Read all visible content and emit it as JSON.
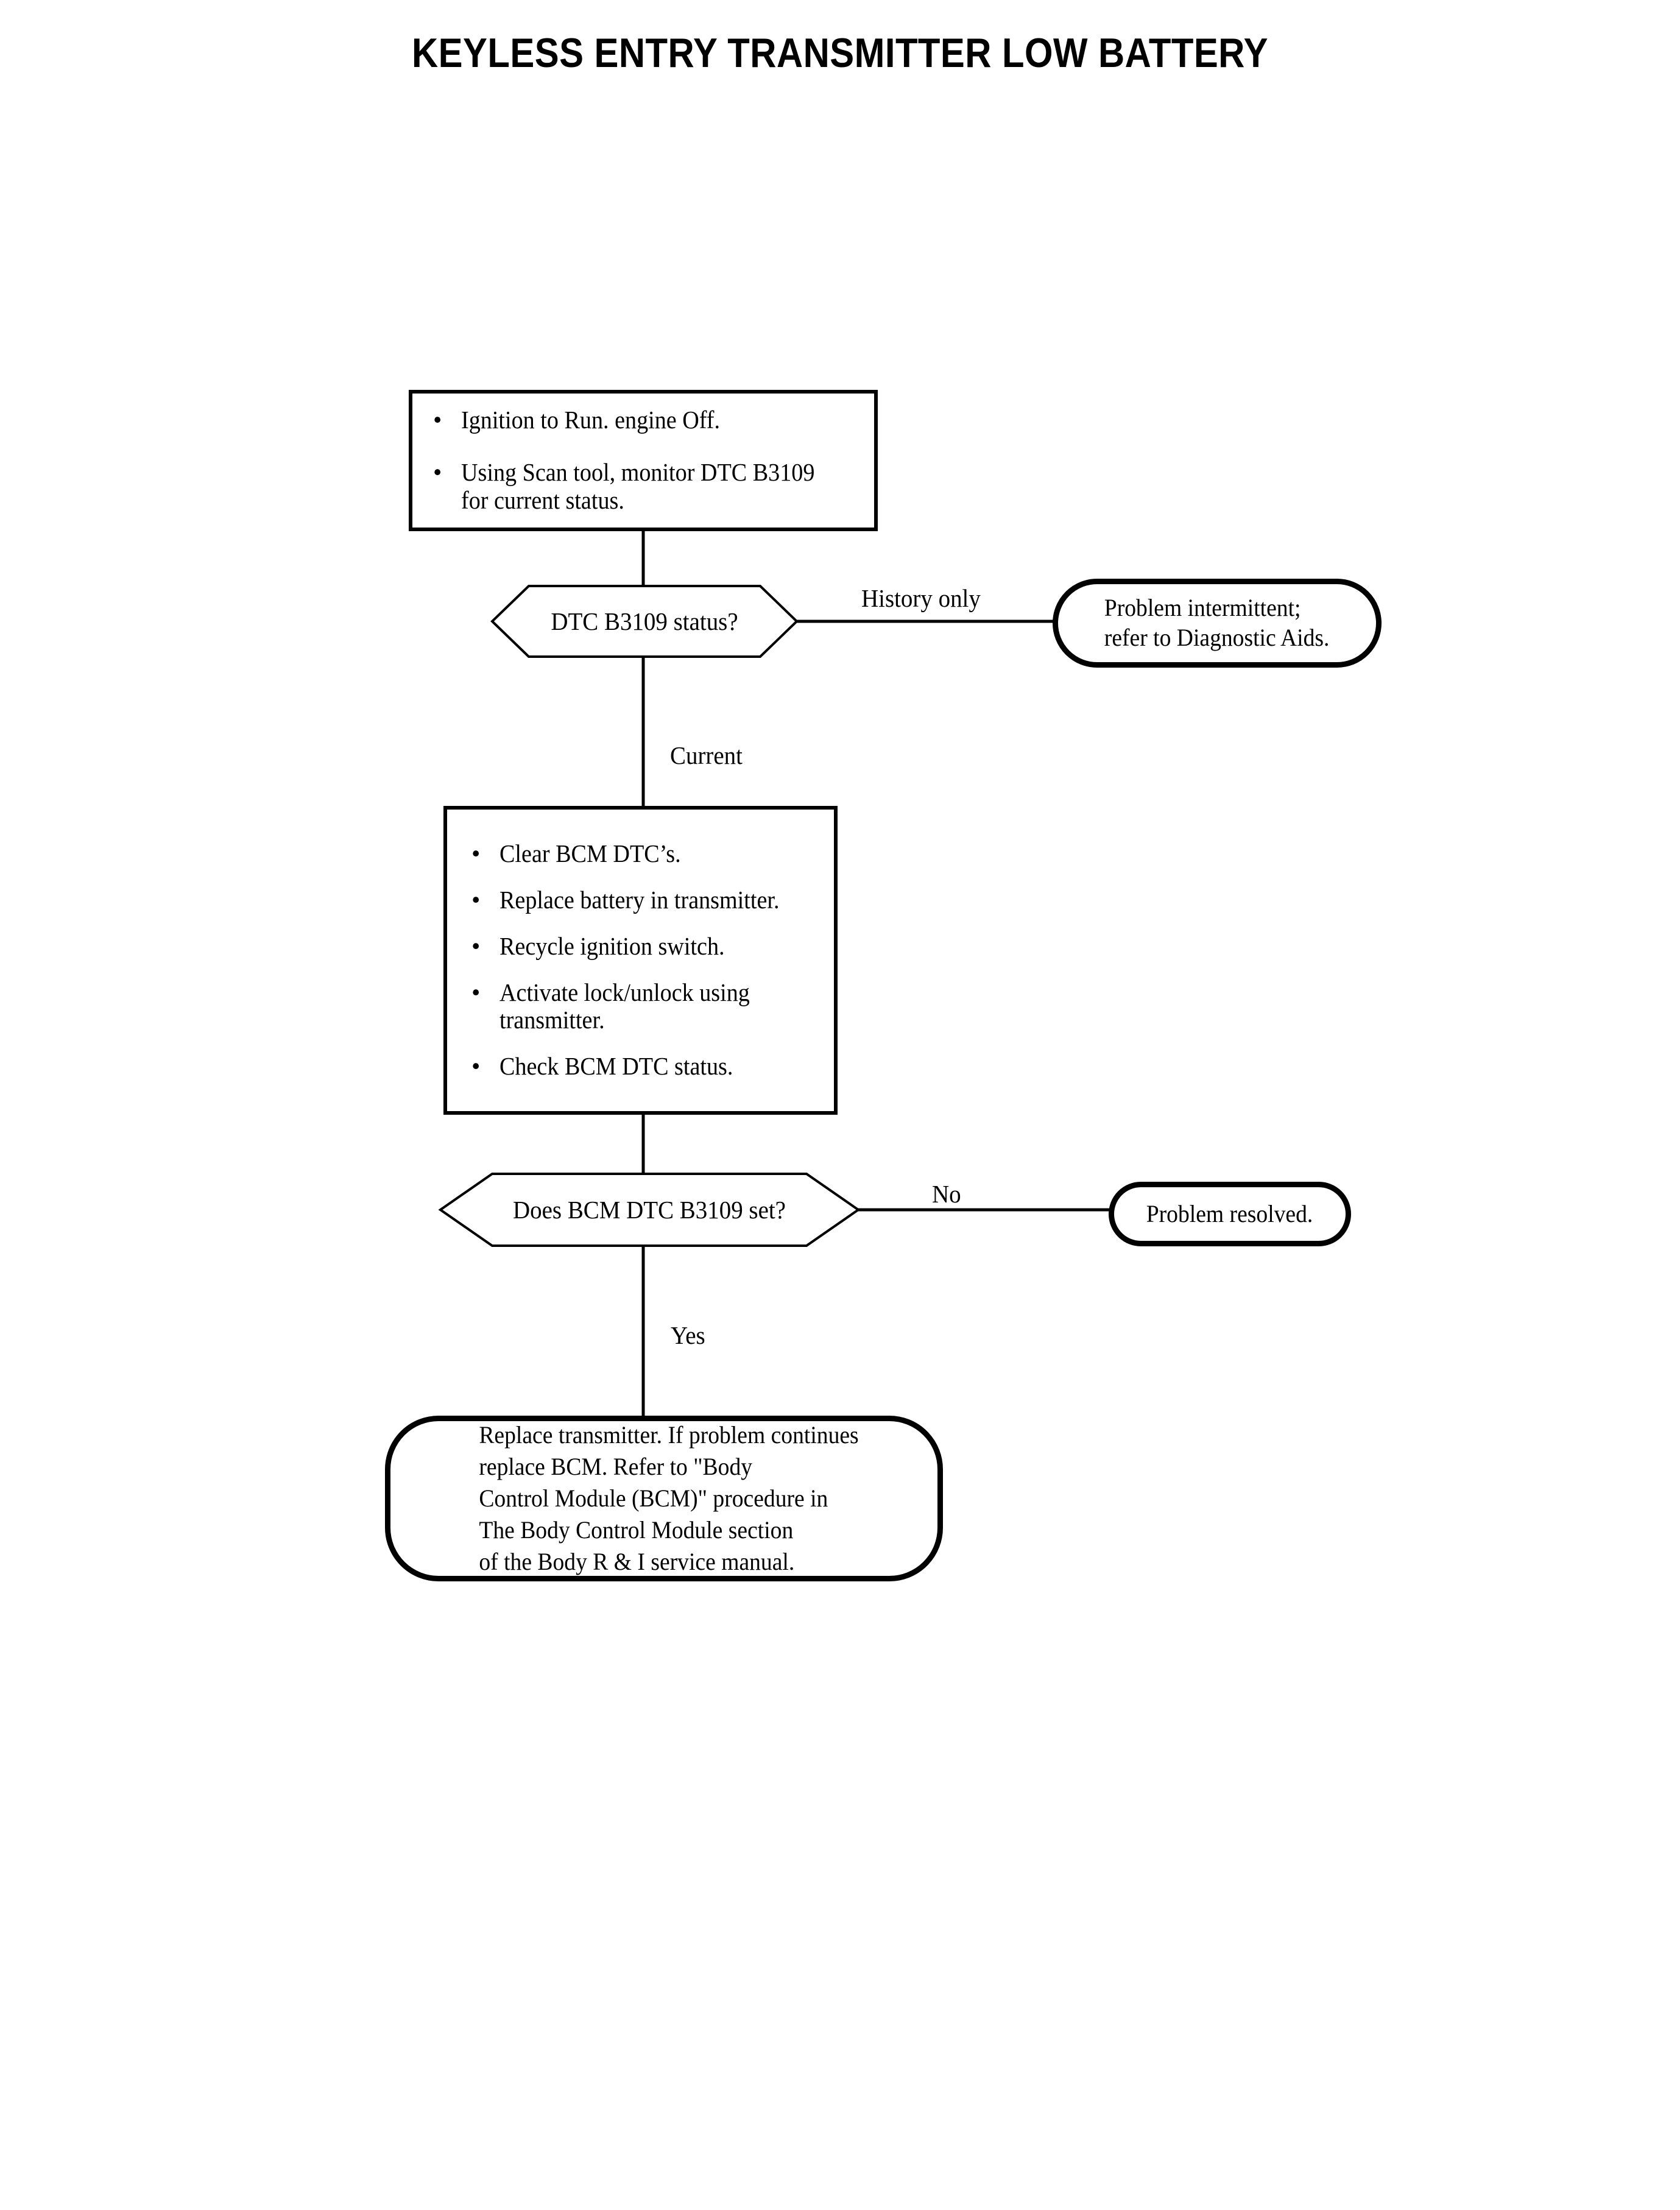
{
  "document": {
    "title": "KEYLESS ENTRY TRANSMITTER LOW BATTERY"
  },
  "flowchart": {
    "type": "diagnostic-flowchart",
    "nodes": {
      "start_box": {
        "shape": "process-rectangle",
        "bullets": [
          "Ignition to Run.  engine Off.",
          "Using Scan tool, monitor DTC B3109\nfor current status."
        ]
      },
      "decision_status": {
        "shape": "hexagon",
        "label": "DTC B3109 status?"
      },
      "terminator_intermittent": {
        "shape": "rounded-terminator",
        "text": "Problem intermittent;\nrefer to Diagnostic Aids."
      },
      "actions_box": {
        "shape": "process-rectangle",
        "bullets": [
          "Clear BCM DTC’s.",
          "Replace battery in transmitter.",
          "Recycle ignition switch.",
          "Activate lock/unlock using\ntransmitter.",
          "Check BCM DTC status."
        ]
      },
      "decision_bcm_set": {
        "shape": "hexagon",
        "label": "Does BCM DTC B3109 set?"
      },
      "terminator_resolved": {
        "shape": "rounded-terminator",
        "text": "Problem resolved."
      },
      "terminator_replace": {
        "shape": "rounded-terminator",
        "text": "Replace transmitter.  If problem continues\nreplace BCM.  Refer to \"Body\nControl Module (BCM)\" procedure in\nThe Body Control Module section\nof the Body R & I service manual."
      }
    },
    "edge_labels": {
      "history_only": "History only",
      "current": "Current",
      "no": "No",
      "yes": "Yes"
    },
    "bullet_glyph": "•",
    "colors": {
      "stroke": "#000000",
      "background": "#ffffff",
      "text": "#000000"
    }
  }
}
